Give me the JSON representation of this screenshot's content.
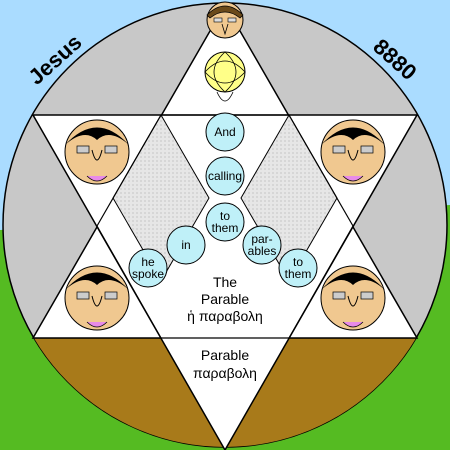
{
  "corners": {
    "left": "Jesus",
    "right": "8880"
  },
  "words": [
    {
      "lines": [
        "And"
      ]
    },
    {
      "lines": [
        "calling"
      ]
    },
    {
      "lines": [
        "to",
        "them"
      ]
    },
    {
      "lines": [
        "par-",
        "ables"
      ]
    },
    {
      "lines": [
        "to",
        "them"
      ]
    },
    {
      "lines": [
        "he",
        "spoke"
      ]
    },
    {
      "lines": [
        "in"
      ]
    }
  ],
  "center_block": {
    "line1": "The",
    "line2": "Parable",
    "greek": "ἡ παραβολη"
  },
  "bottom_block": {
    "english": "Parable",
    "greek": "παραβολη"
  },
  "colors": {
    "sky": "#aadcff",
    "grass": "#55bb22",
    "ring": "#c8c8c8",
    "earth": "#a87a1a",
    "bubble": "#bff0f8",
    "face": "#f0c890",
    "hair": "#000000"
  },
  "icons": [
    "face-icon",
    "halo-icon"
  ]
}
